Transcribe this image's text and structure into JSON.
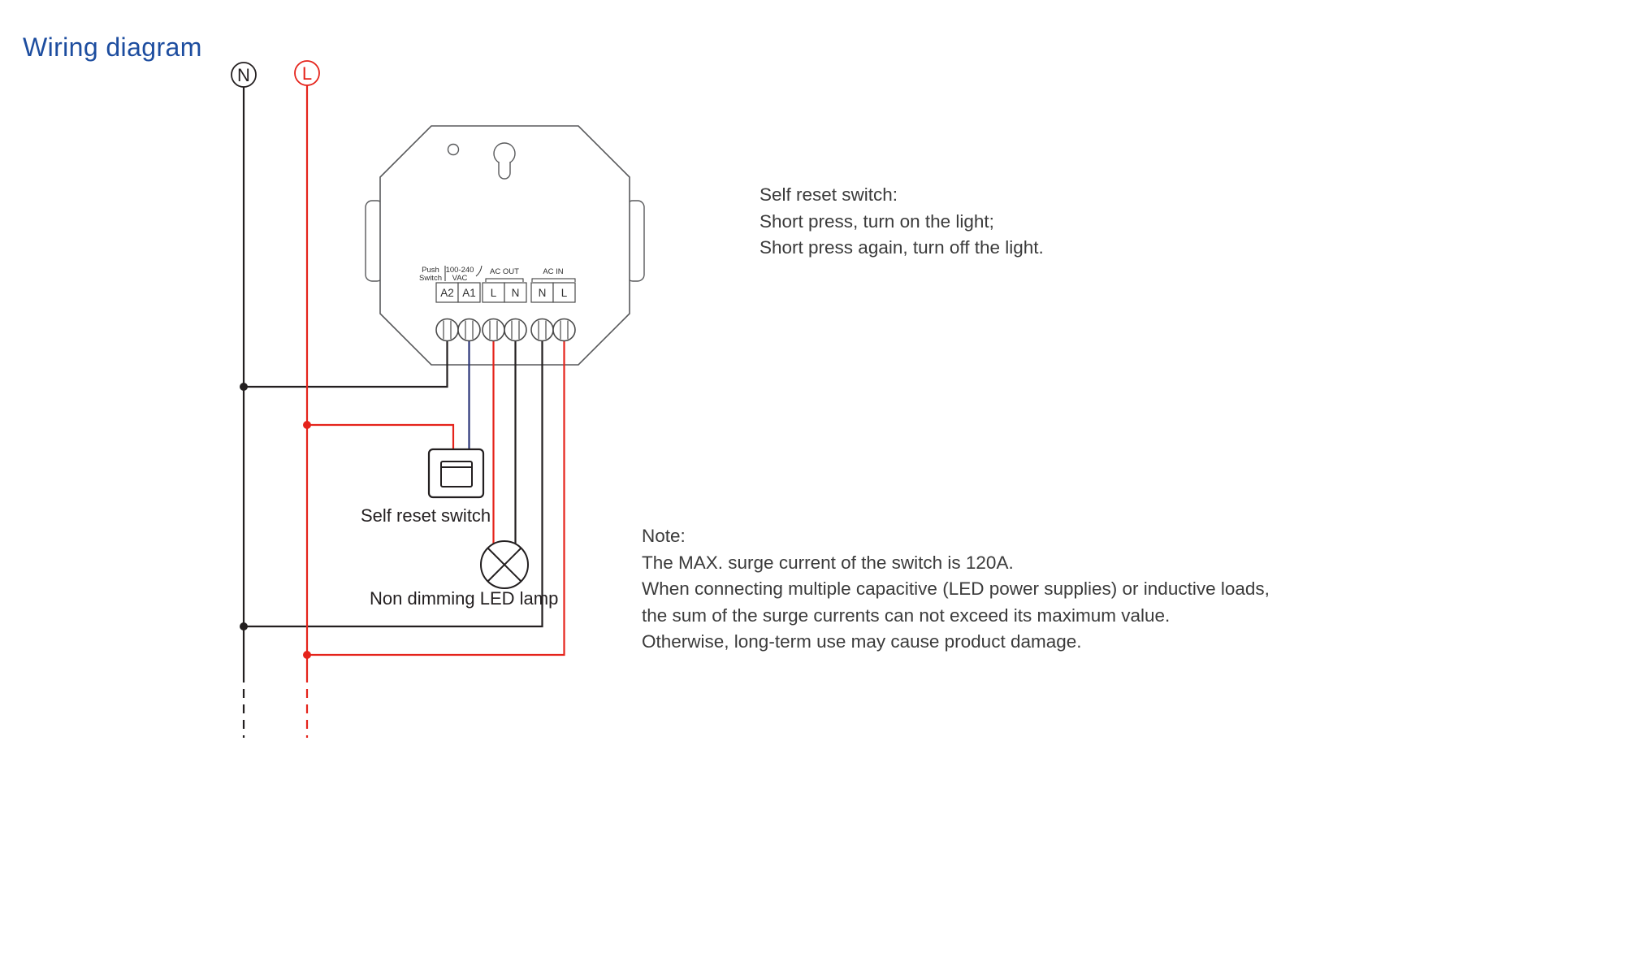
{
  "title": "Wiring diagram",
  "supply": {
    "neutral": "N",
    "line": "L"
  },
  "device": {
    "headers": {
      "push_1": "Push",
      "push_2": "Switch",
      "vac_1": "100-240",
      "vac_2": "VAC",
      "ac_out": "AC OUT",
      "ac_in": "AC IN"
    },
    "terminals": [
      "A2",
      "A1",
      "L",
      "N",
      "N",
      "L"
    ]
  },
  "labels": {
    "switch": "Self reset switch",
    "lamp": "Non dimming LED lamp"
  },
  "info": {
    "lines": [
      "Self reset switch:",
      "Short press, turn on the light;",
      "Short press again, turn off the light."
    ]
  },
  "note": {
    "lines": [
      "Note:",
      "The MAX. surge current of the switch is 120A.",
      "When connecting multiple capacitive (LED power supplies) or inductive loads,",
      "the sum of the surge currents can not exceed its maximum value.",
      "Otherwise, long-term use may cause product damage."
    ]
  },
  "colors": {
    "neutral": "#231f20",
    "line": "#e5231b",
    "control": "#2a3579",
    "outline": "#58595b",
    "title": "#1d4d9f"
  }
}
